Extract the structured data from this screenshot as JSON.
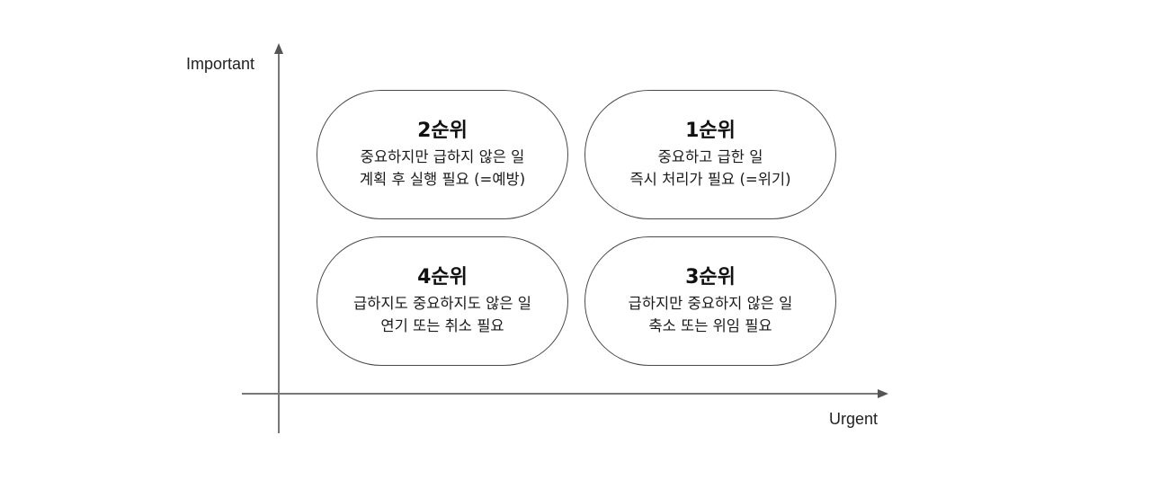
{
  "axes": {
    "y_label": "Important",
    "x_label": "Urgent",
    "color": "#777777"
  },
  "quadrants": {
    "top_left": {
      "title": "2순위",
      "line1": "중요하지만 급하지 않은 일",
      "line2": "계획 후 실행 필요 (=예방)"
    },
    "top_right": {
      "title": "1순위",
      "line1": "중요하고 급한 일",
      "line2": "즉시 처리가 필요 (=위기)"
    },
    "bottom_left": {
      "title": "4순위",
      "line1": "급하지도 중요하지도 않은 일",
      "line2": "연기 또는 취소 필요"
    },
    "bottom_right": {
      "title": "3순위",
      "line1": "급하지만 중요하지 않은 일",
      "line2": "축소 또는 위임 필요"
    }
  },
  "style": {
    "border_color": "#4a4a4a",
    "text_color": "#111111"
  }
}
